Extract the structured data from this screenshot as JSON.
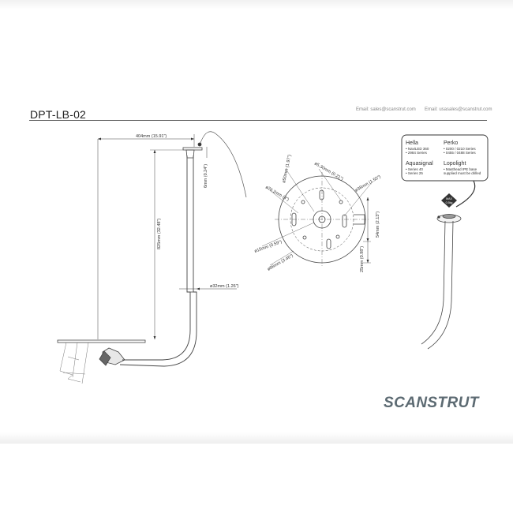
{
  "title": "DPT-LB-02",
  "emails": [
    "Email: sales@scanstrut.com",
    "Email: usasales@scanstrut.com"
  ],
  "brand": "SCANSTRUT",
  "dimensions": {
    "width_404": "404mm (15.91\")",
    "thick_6": "6mm (0.24\")",
    "height_825": "825mm (32.48\")",
    "dia_32": "ø32mm (1.26\")",
    "dia_50": "ø50mm (1.97\")",
    "dia_5_3": "ø5.30mm (0.21\")",
    "dia_76_2": "ø76.2mm (3\")",
    "dia_38": "ø38mm (1.50\")",
    "h_54": "54mm (2.13\")",
    "dia_15": "ø15mm (0.59\")",
    "dia_88": "ø88mm (3.46\")",
    "h_25": "25mm (0.98\")"
  },
  "compat": {
    "hella_title": "Hella",
    "hella_items": [
      "• NaviLED 360",
      "• 2984 Series"
    ],
    "perko_title": "Perko",
    "perko_items": [
      "• 0200 / 0210 Series",
      "• 0455 / 0488 Series"
    ],
    "aquasignal_title": "Aquasignal",
    "aquasignal_items": [
      "• Series 40",
      "• Series 25"
    ],
    "lopolight_title": "Lopolight",
    "lopolight_items": [
      "• Masthead IPE base",
      "supplied must be drilled"
    ]
  },
  "badge": {
    "top": "MAX",
    "bottom": "0.5kg"
  },
  "colors": {
    "line": "#444444",
    "brand": "#5c6a72",
    "badge": "#333333"
  }
}
